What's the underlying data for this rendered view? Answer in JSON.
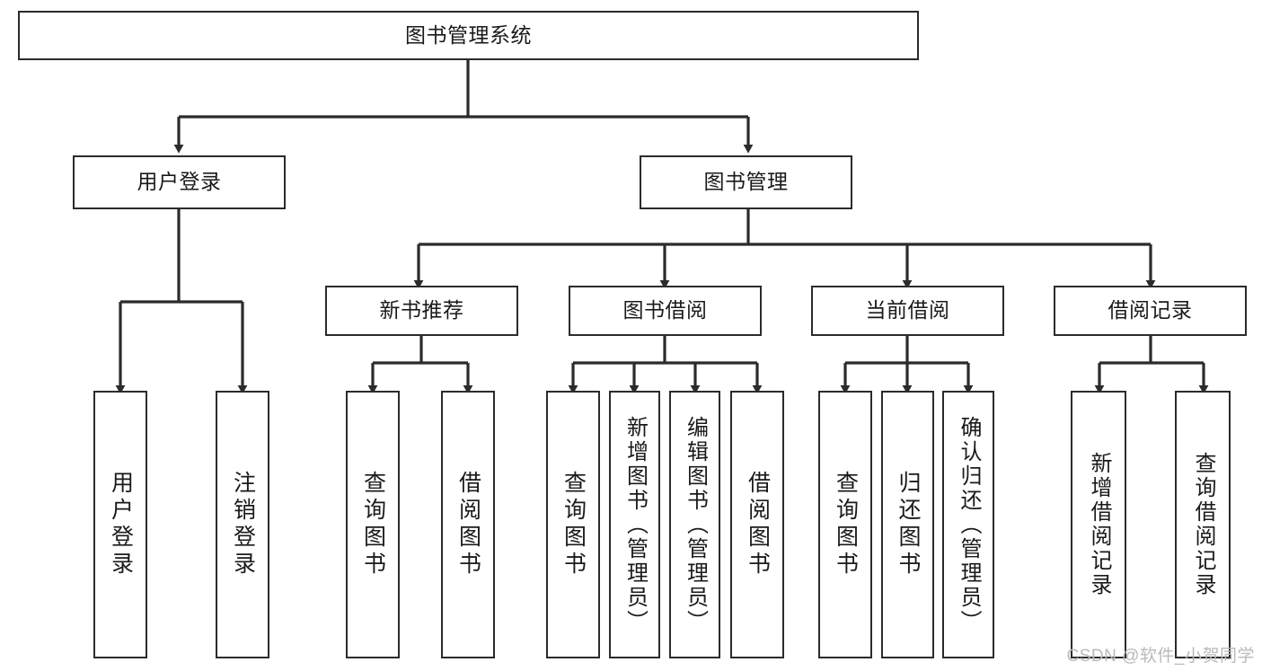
{
  "diagram": {
    "title": "图书管理系统",
    "watermark": "CSDN @软件_小贺同学",
    "line_color": "#2b2b2b",
    "box_fill": "#ffffff",
    "text_color": "#1a1a1a",
    "watermark_color": "#b9b9b9",
    "nodes": {
      "root": "图书管理系统",
      "user_login": "用户登录",
      "book_manage": "图书管理",
      "new_book_rec": "新书推荐",
      "book_borrow": "图书借阅",
      "current_borrow": "当前借阅",
      "borrow_record": "借阅记录",
      "leaf_user_login": "用户登录",
      "leaf_logout": "注销登录",
      "leaf_query_book_a": "查询图书",
      "leaf_borrow_book_a": "借阅图书",
      "leaf_query_book_b": "查询图书",
      "leaf_add_book_admin": "新增图书（管理员）",
      "leaf_edit_book_admin": "编辑图书（管理员）",
      "leaf_borrow_book_b": "借阅图书",
      "leaf_query_book_c": "查询图书",
      "leaf_return_book": "归还图书",
      "leaf_confirm_return_admin": "确认归还（管理员）",
      "leaf_add_record": "新增借阅记录",
      "leaf_query_record": "查询借阅记录"
    }
  }
}
